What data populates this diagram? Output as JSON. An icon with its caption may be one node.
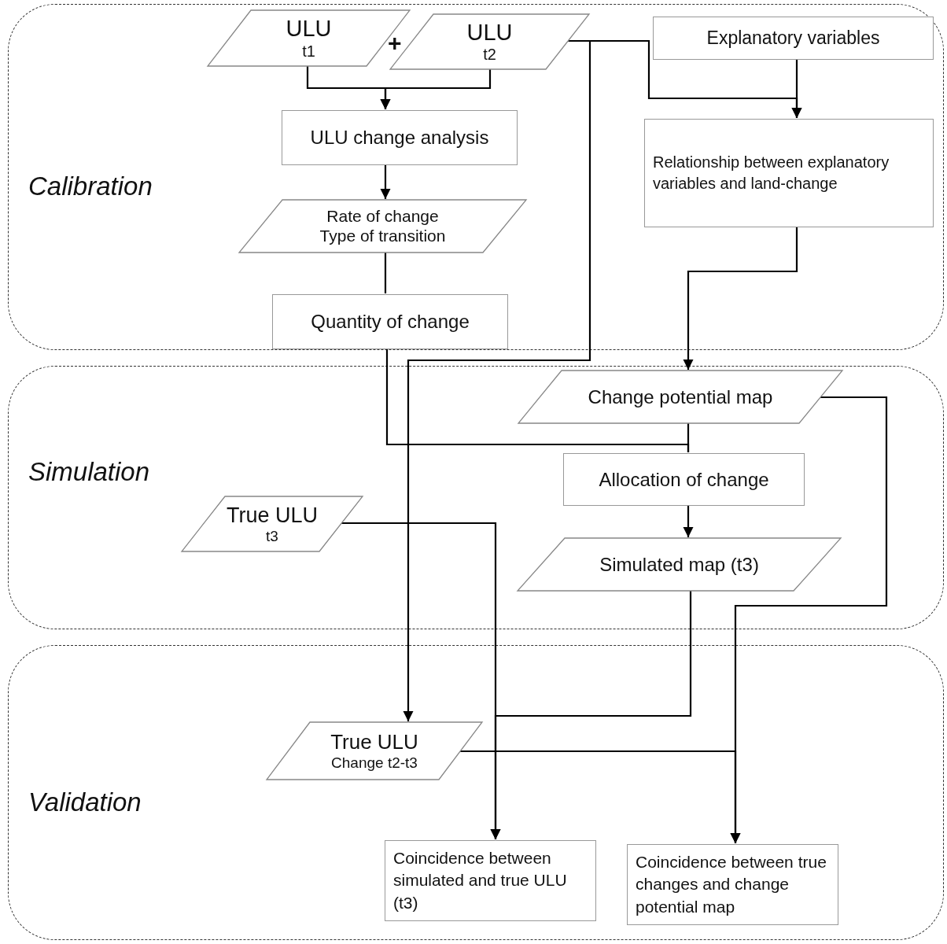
{
  "diagram": {
    "nodes": [
      {
        "text": [
          "Calibration"
        ]
      },
      {
        "text": [
          "Simulation"
        ]
      },
      {
        "text": [
          "Validation"
        ]
      },
      {
        "text": [
          "ULU",
          "t1"
        ],
        "in": 0
      },
      {
        "text": [
          "ULU",
          "t2"
        ],
        "in": 0
      },
      {
        "text": [
          "Explanatory variables"
        ],
        "in": 0
      },
      {
        "text": [
          "ULU change analysis"
        ],
        "in": 0
      },
      {
        "text": [
          "Relationship between explanatory variables and land-change"
        ],
        "in": 0
      },
      {
        "text": [
          "Rate of change",
          "Type of transition"
        ],
        "in": 0
      },
      {
        "text": [
          "Quantity of change"
        ],
        "in": 0
      },
      {
        "text": [
          "Change potential map"
        ],
        "in": 1
      },
      {
        "text": [
          "Allocation of change"
        ],
        "in": 1
      },
      {
        "text": [
          "True ULU",
          "t3"
        ],
        "in": 1
      },
      {
        "text": [
          "Simulated map (t3)"
        ],
        "in": 1
      },
      {
        "text": [
          "True ULU",
          "Change t2-t3"
        ],
        "in": 2
      },
      {
        "text": [
          "Coincidence between simulated and true ULU (t3)"
        ],
        "in": 2
      },
      {
        "text": [
          "Coincidence between true changes and change potential map"
        ],
        "in": 2
      }
    ],
    "edges": [
      {
        "from": 3,
        "to": 6,
        "arrow": "to"
      },
      {
        "from": 4,
        "to": 6,
        "arrow": "to"
      },
      {
        "from": 6,
        "to": 8,
        "arrow": "to"
      },
      {
        "from": 8,
        "to": 9,
        "arrow": "none"
      },
      {
        "from": 4,
        "to": 7,
        "arrow": "to"
      },
      {
        "from": 5,
        "to": 7,
        "arrow": "to"
      },
      {
        "from": 4,
        "to": 14,
        "arrow": "to"
      },
      {
        "from": 7,
        "to": 10,
        "arrow": "to"
      },
      {
        "from": 9,
        "to": 11,
        "arrow": "none"
      },
      {
        "from": 10,
        "to": 11,
        "arrow": "none"
      },
      {
        "from": 11,
        "to": 13,
        "arrow": "to"
      },
      {
        "from": 12,
        "to": 15,
        "arrow": "to"
      },
      {
        "from": 13,
        "to": 15,
        "arrow": "to"
      },
      {
        "from": 10,
        "to": 16,
        "arrow": "to"
      },
      {
        "from": 14,
        "to": 16,
        "arrow": "to"
      }
    ],
    "labels": [
      "+"
    ]
  }
}
